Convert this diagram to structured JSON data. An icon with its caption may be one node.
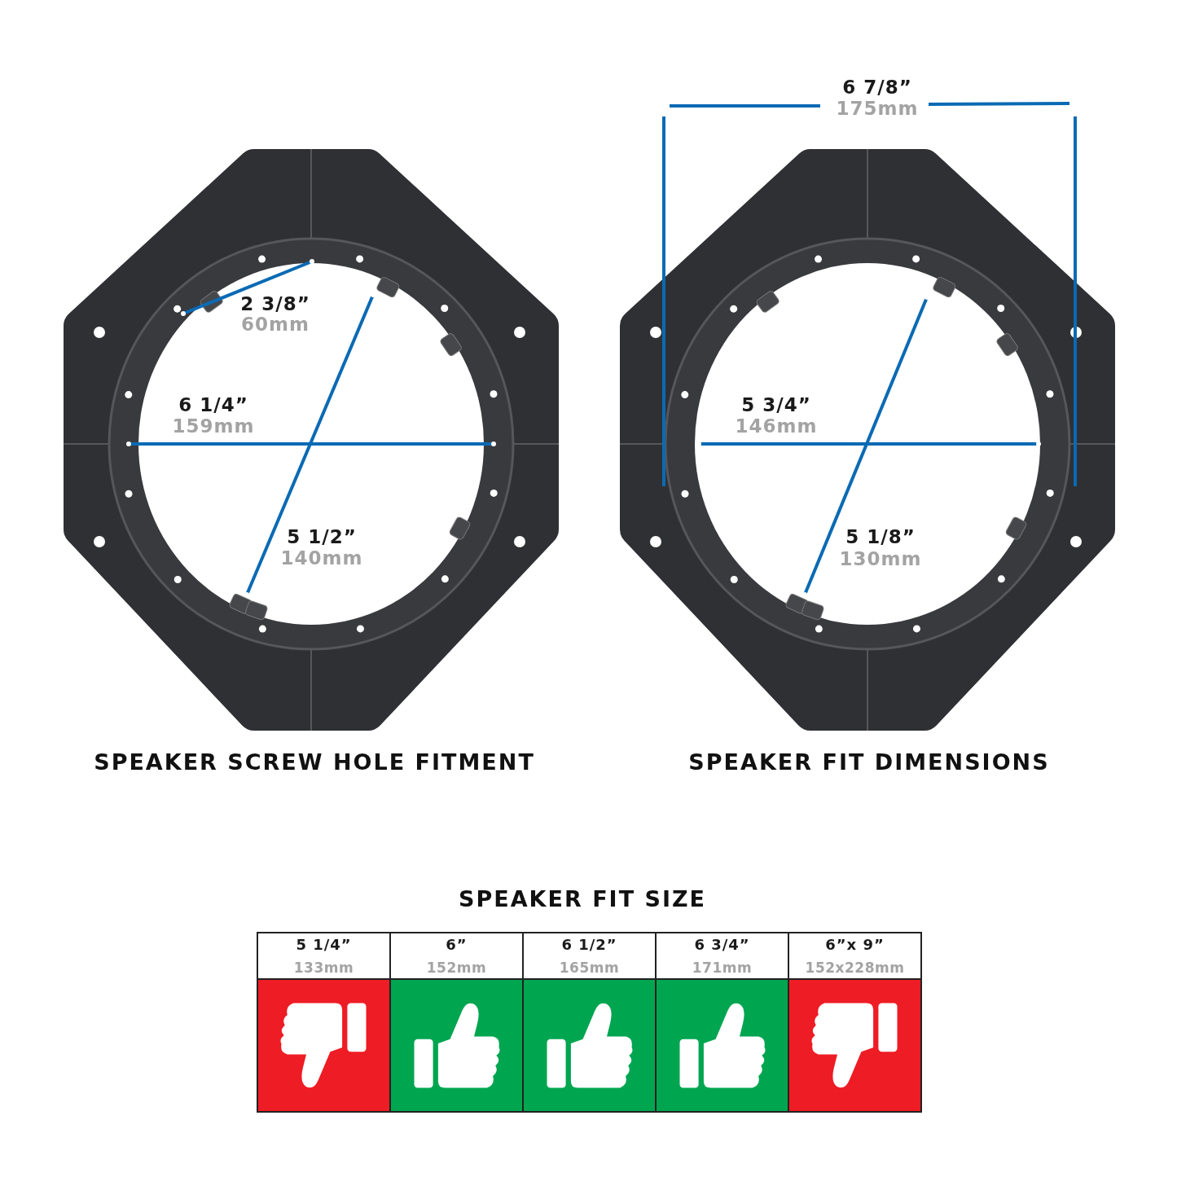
{
  "diagram": {
    "labels": [
      "6 7/8”",
      "175mm",
      "2 3/8”",
      "60mm",
      "6 1/4”",
      "159mm",
      "5 3/4”",
      "146mm",
      "5 1/2”",
      "140mm",
      "5 1/8”",
      "130mm",
      "SPEAKER SCREW HOLE FITMENT",
      "SPEAKER FIT DIMENSIONS",
      "SPEAKER FIT SIZE",
      "5 1/4”",
      "133mm",
      "6”",
      "152mm",
      "6 1/2”",
      "165mm",
      "6 3/4”",
      "171mm",
      "6”x 9”",
      "152x228mm"
    ]
  }
}
